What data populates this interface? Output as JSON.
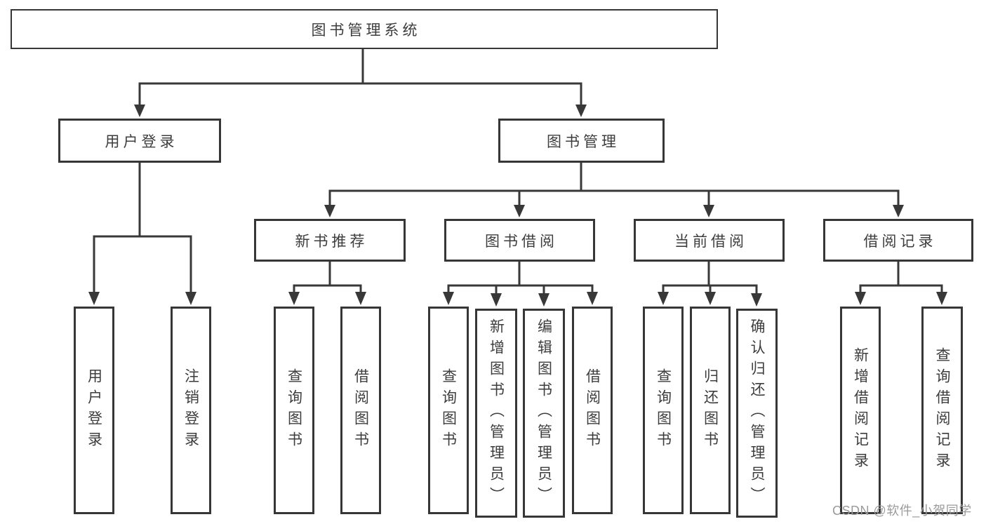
{
  "tree": {
    "root": {
      "label": "图书管理系统"
    },
    "branches": [
      {
        "label": "用户登录",
        "children": [
          {
            "label": "用户登录"
          },
          {
            "label": "注销登录"
          }
        ]
      },
      {
        "label": "图书管理",
        "sections": [
          {
            "label": "新书推荐",
            "children": [
              {
                "label": "查询图书"
              },
              {
                "label": "借阅图书"
              }
            ]
          },
          {
            "label": "图书借阅",
            "children": [
              {
                "label": "查询图书"
              },
              {
                "label": "新增图书（管理员）"
              },
              {
                "label": "编辑图书（管理员）"
              },
              {
                "label": "借阅图书"
              }
            ]
          },
          {
            "label": "当前借阅",
            "children": [
              {
                "label": "查询图书"
              },
              {
                "label": "归还图书"
              },
              {
                "label": "确认归还（管理员）"
              }
            ]
          },
          {
            "label": "借阅记录",
            "children": [
              {
                "label": "新增借阅记录"
              },
              {
                "label": "查询借阅记录"
              }
            ]
          }
        ]
      }
    ]
  },
  "watermark": {
    "text": "CSDN @软件_小贺同学"
  },
  "colors": {
    "line": "#383838",
    "box_border": "#363636",
    "box_fill": "#ffffff",
    "label_text": "#3d3d3d",
    "watermark_text": "#9b9b9b",
    "background": "#ffffff"
  }
}
